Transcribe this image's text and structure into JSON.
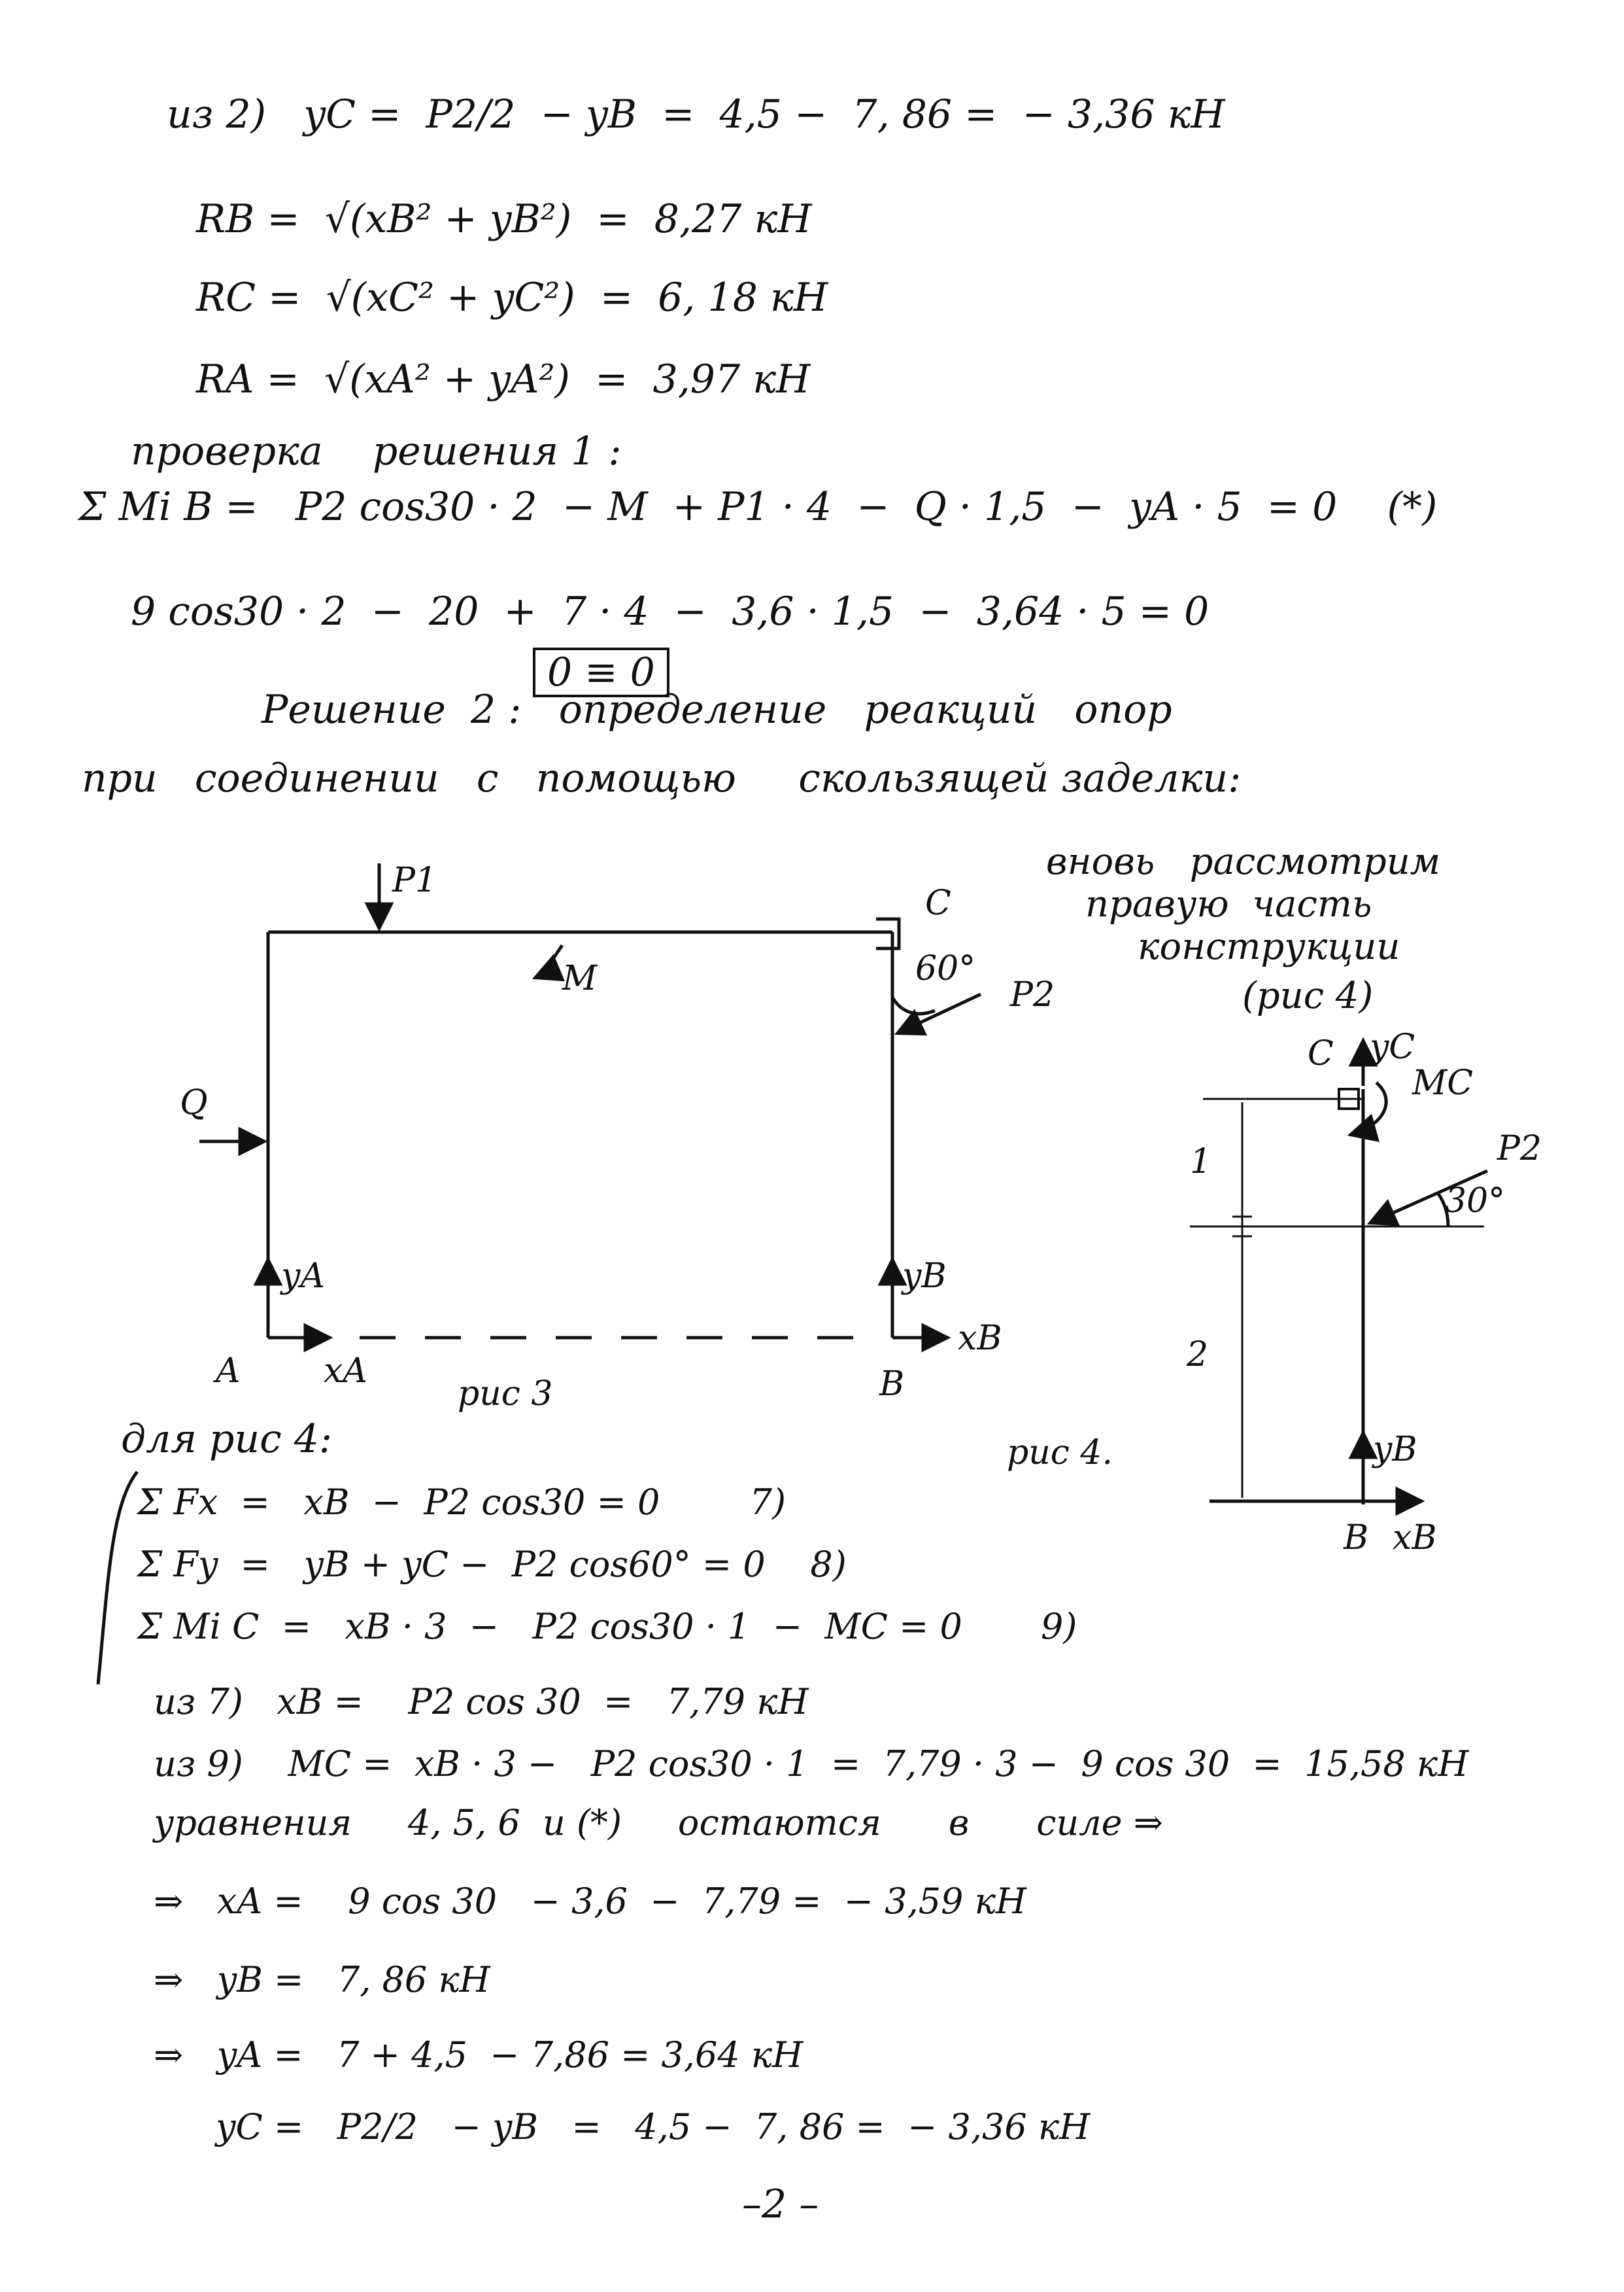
{
  "part1": {
    "yc_line": "из 2)   yC =  P2/2  − yB  =  4,5 −  7, 86 =  − 3,36 кН",
    "rb_line": "RB =  √(xB² + yB²)  =  8,27 кН",
    "rc_line": "RC =  √(xC² + yC²)  =  6, 18 кН",
    "ra_line": "RA =  √(xA² + yA²)  =  3,97 кН",
    "check_title": "проверка    решения 1 :",
    "check_eq": "Σ Mi B =   P2 cos30 · 2  − M  + P1 · 4  −  Q · 1,5  −  yA · 5  = 0    (*)",
    "check_num": "9 cos30 · 2  −  20  +  7 · 4  −  3,6 · 1,5  −  3,64 · 5 = 0",
    "identity": "0 ≡ 0"
  },
  "solution2": {
    "line1": "Решение  2 :   определение   реакций   опор",
    "line2": "при   соединении   с   помощью     скользящей заделки:"
  },
  "fig3": {
    "P1": "P1",
    "C": "C",
    "M": "M",
    "angle": "60°",
    "P2": "P2",
    "Q": "Q",
    "yA": "yA",
    "yB": "yB",
    "A": "A",
    "xA": "xA",
    "xB": "xB",
    "B": "B",
    "caption": "рис 3"
  },
  "note": {
    "l1": "вновь   рассмотрим",
    "l2": "правую  часть",
    "l3": "конструкции",
    "l4": "(рис 4)"
  },
  "fig4": {
    "C": "C",
    "yC": "yC",
    "MC": "MC",
    "P2": "P2",
    "angle": "30°",
    "d1": "1",
    "d2": "2",
    "yB": "yB",
    "B": "B",
    "xB": "xB",
    "caption": "рис 4."
  },
  "part2": {
    "for_fig4": "для рис 4:",
    "eq7": "Σ Fx  =   xB  −  P2 cos30 = 0        7)",
    "eq8": "Σ Fy  =   yB + yC −  P2 cos60° = 0    8)",
    "eq9": "Σ Mi C  =   xB · 3  −   P2 cos30 · 1  −  MC = 0       9)",
    "from7": "из 7)   xB =    P2 cos 30  =   7,79 кН",
    "from9": "из 9)    MC =  xB · 3 −   P2 cos30 · 1  =  7,79 · 3 −  9 cos 30  =  15,58 кН",
    "remain": "уравнения     4, 5, 6  и (*)     остаются      в      силе ⇒",
    "xA": "⇒   xA =    9 cos 30   − 3,6  −  7,79 =  − 3,59 кН",
    "yB": "⇒   yB =   7, 86 кН",
    "yA": "⇒   yA =   7 + 4,5  − 7,86 = 3,64 кН",
    "yC": "yC =   P2/2   − yB   =   4,5 −  7, 86 =  − 3,36 кН",
    "page": "–2 –"
  }
}
